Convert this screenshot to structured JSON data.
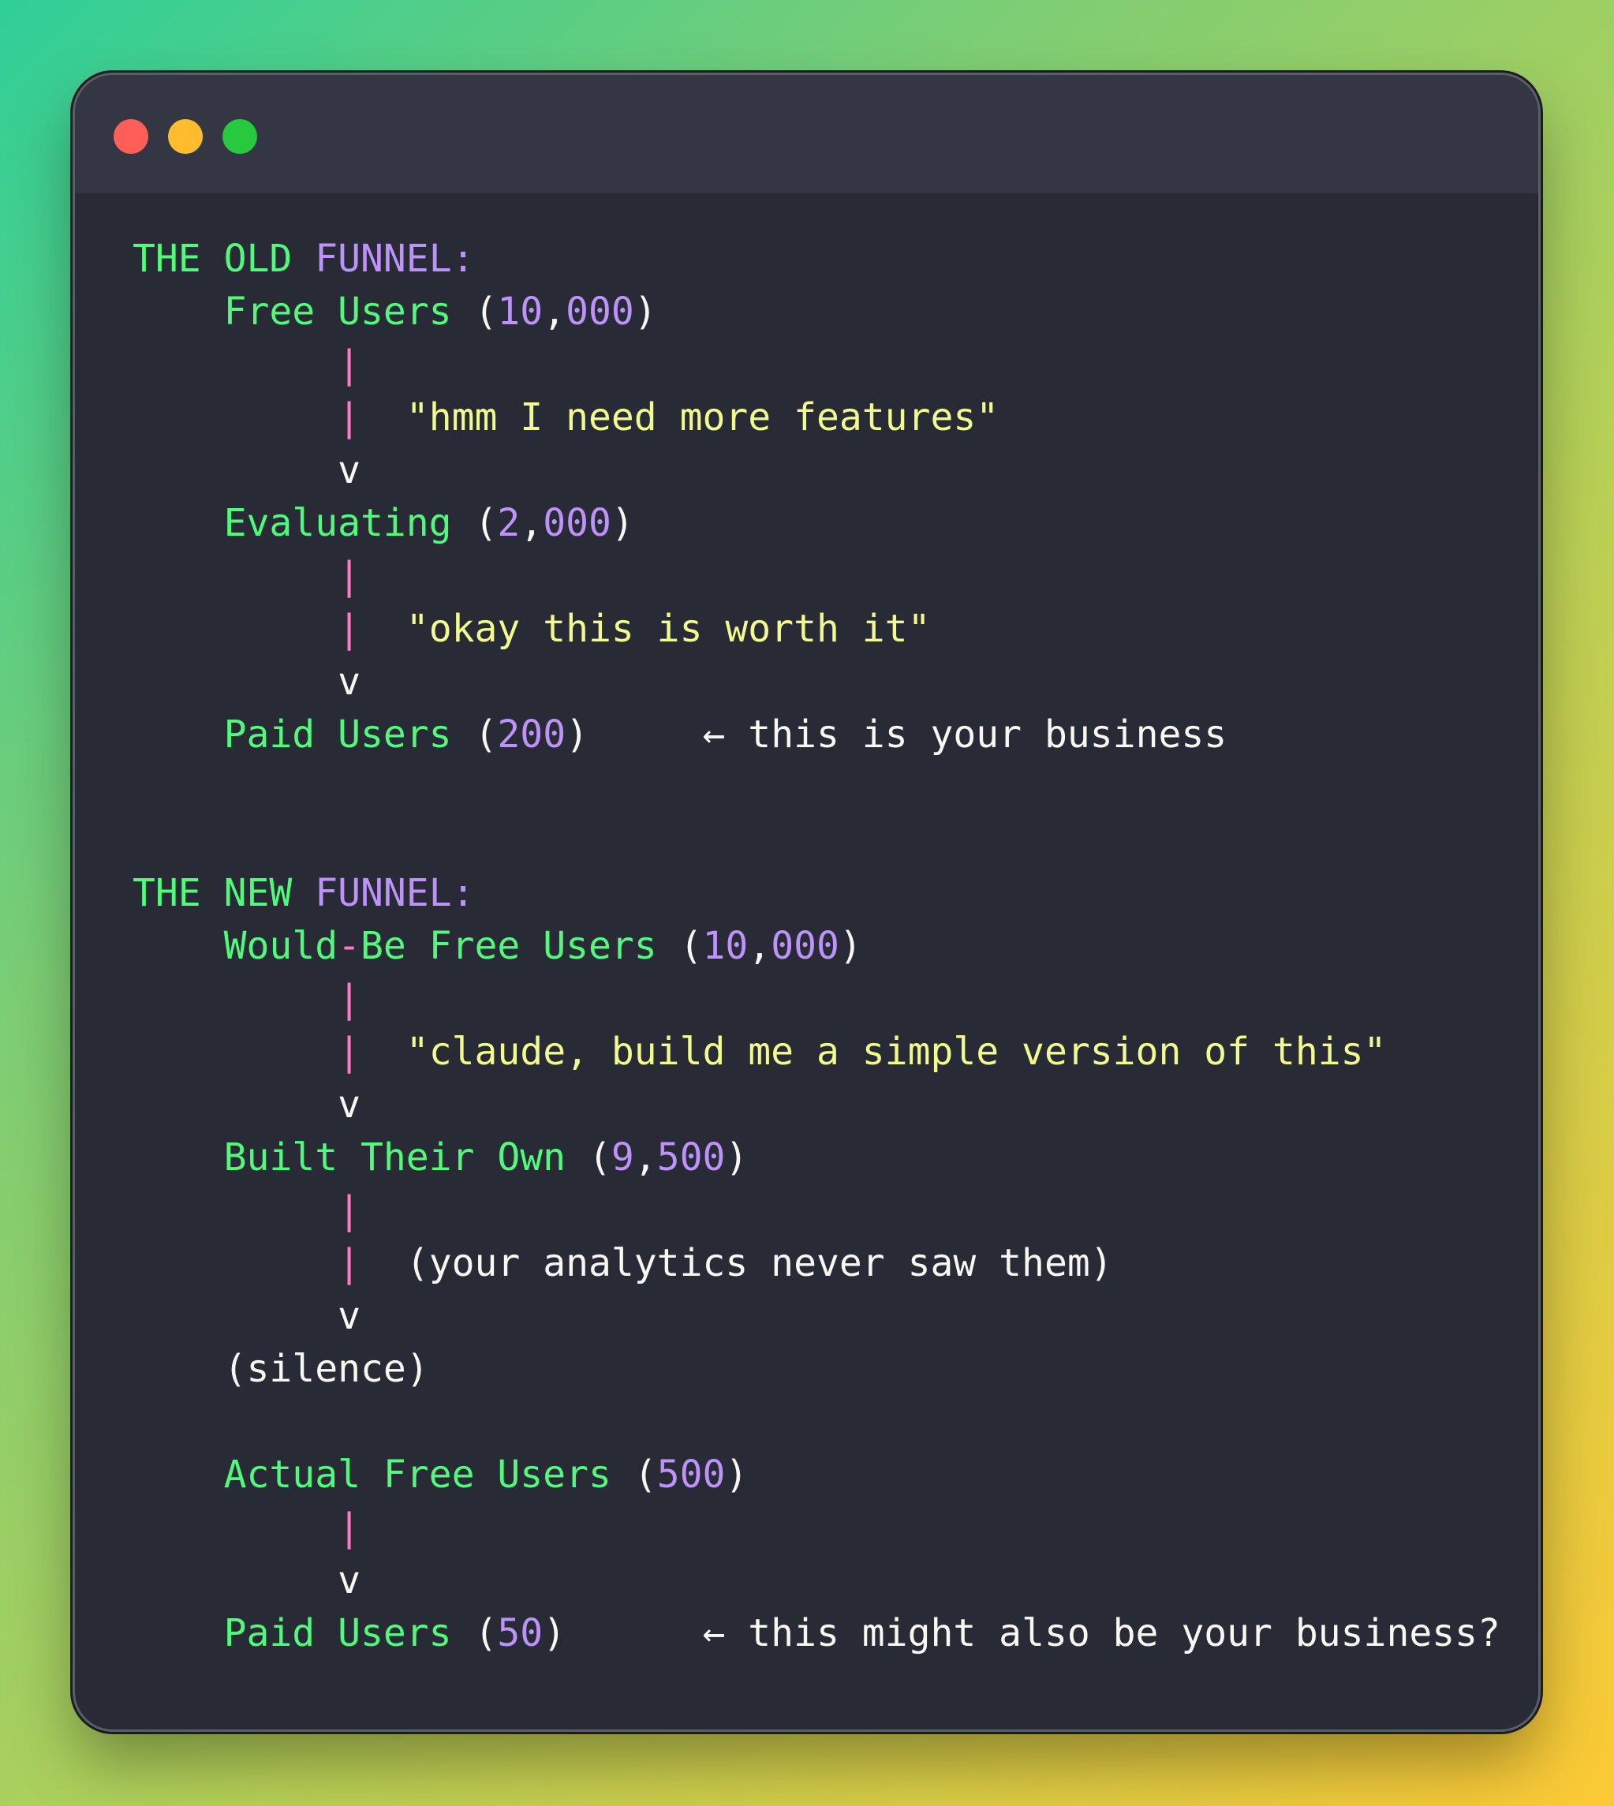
{
  "window": {
    "controls": [
      "close",
      "minimize",
      "zoom"
    ]
  },
  "colors": {
    "label": "#50fa7b",
    "number": "#bd93f9",
    "quote": "#f1fa8c",
    "pipe": "#ff79c6",
    "text": "#f8f8f2",
    "background": "#282a36"
  },
  "old_funnel": {
    "header": {
      "a": "THE OLD",
      "b": "FUNNEL:"
    },
    "free_users": {
      "label": "Free Users",
      "n1": "10",
      "n2": "000"
    },
    "quote1": "\"hmm I need more features\"",
    "evaluating": {
      "label": "Evaluating",
      "n1": "2",
      "n2": "000"
    },
    "quote2": "\"okay this is worth it\"",
    "paid_users": {
      "label": "Paid Users",
      "n": "200",
      "note": "← this is your business"
    }
  },
  "new_funnel": {
    "header": {
      "a": "THE NEW",
      "b": "FUNNEL:"
    },
    "would_be": {
      "label_a": "Would",
      "label_b": "Be Free Users",
      "n1": "10",
      "n2": "000"
    },
    "quote1": "\"claude, build me a simple version of this\"",
    "built_own": {
      "label": "Built Their Own",
      "n1": "9",
      "n2": "500"
    },
    "aside": "(your analytics never saw them)",
    "silence": "(silence)",
    "actual_free": {
      "label": "Actual Free Users",
      "n": "500"
    },
    "paid_users": {
      "label": "Paid Users",
      "n": "50",
      "note": "← this might also be your business?"
    }
  },
  "symbols": {
    "pipe": "|",
    "arrow": "v"
  }
}
